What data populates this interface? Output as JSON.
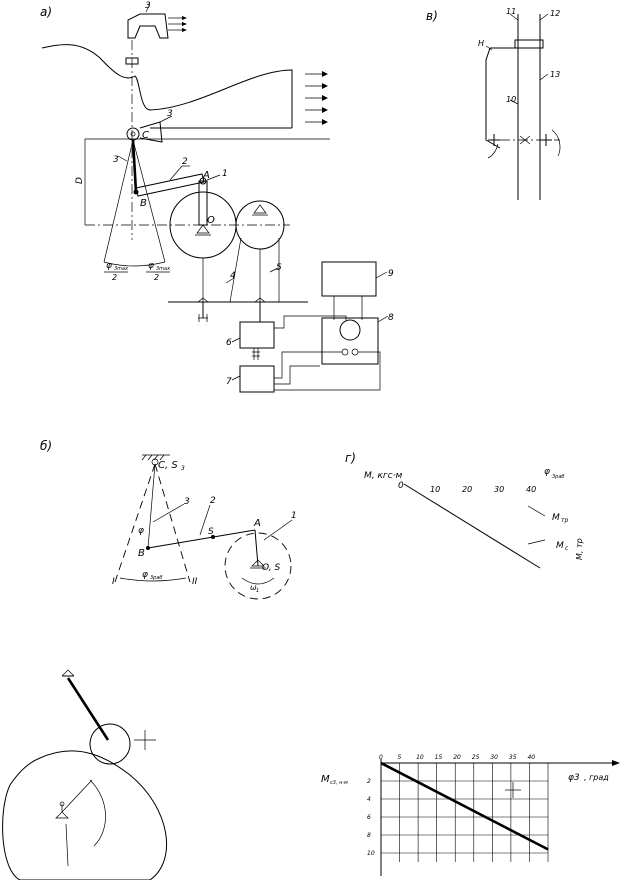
{
  "panels": {
    "a": {
      "label": "а)"
    },
    "b": {
      "label": "б)"
    },
    "v": {
      "label": "в)"
    },
    "g": {
      "label": "г)"
    }
  },
  "diagram_a": {
    "numbers": [
      "3",
      "3",
      "3",
      "2",
      "1",
      "4",
      "5",
      "6",
      "7",
      "8",
      "9"
    ],
    "points": {
      "C": "C",
      "B": "B",
      "A": "A",
      "O": "O"
    },
    "dim_letter": "D",
    "phi_left": "φ",
    "phi_left_sub": "3max",
    "phi_left_den": "2",
    "phi_right": "φ",
    "phi_right_sub": "3max",
    "phi_right_den": "2"
  },
  "diagram_v": {
    "numbers": [
      "11",
      "12",
      "13",
      "10"
    ],
    "letter_H": "H"
  },
  "diagram_b": {
    "points": {
      "CS3": "C, S",
      "CS3_sub": "3",
      "B": "B",
      "A": "A",
      "OS": "O, S",
      "S2": "S"
    },
    "numbers": [
      "3",
      "2",
      "1"
    ],
    "marks": {
      "I": "I",
      "II": "II",
      "phi3": "φ",
      "phi_max": "φ",
      "phi_max_sub": "3раб",
      "omega": "ω",
      "omega_sub": "1"
    }
  },
  "diagram_g": {
    "ylabel": "M, кгс·м",
    "origin": "0",
    "ticks": [
      "10",
      "20",
      "30",
      "40"
    ],
    "xlabel": "φ",
    "xlabel_sub": "3раб",
    "M_tr": "M",
    "M_tr_sub": "тр",
    "M_c": "M",
    "M_c_sub": "c",
    "side_note": "M, тр"
  },
  "chart_data": {
    "type": "line",
    "title": "",
    "xlabel": "φ3, град",
    "ylabel": "M c3, н·м",
    "x_ticks": [
      0,
      5,
      10,
      15,
      20,
      25,
      30,
      35,
      40
    ],
    "y_ticks": [
      2,
      4,
      6,
      8,
      10
    ],
    "xlim": [
      0,
      45
    ],
    "ylim": [
      0,
      11
    ],
    "y_axis_inverted": true,
    "grid": true,
    "series": [
      {
        "x": [
          0,
          45
        ],
        "y": [
          0,
          9.6
        ]
      }
    ]
  },
  "chart_labels": {
    "ylabel": "M",
    "ylabel_sub": "c3, н·м",
    "xlabel": "φ3",
    "xlabel_unit": ", град"
  }
}
